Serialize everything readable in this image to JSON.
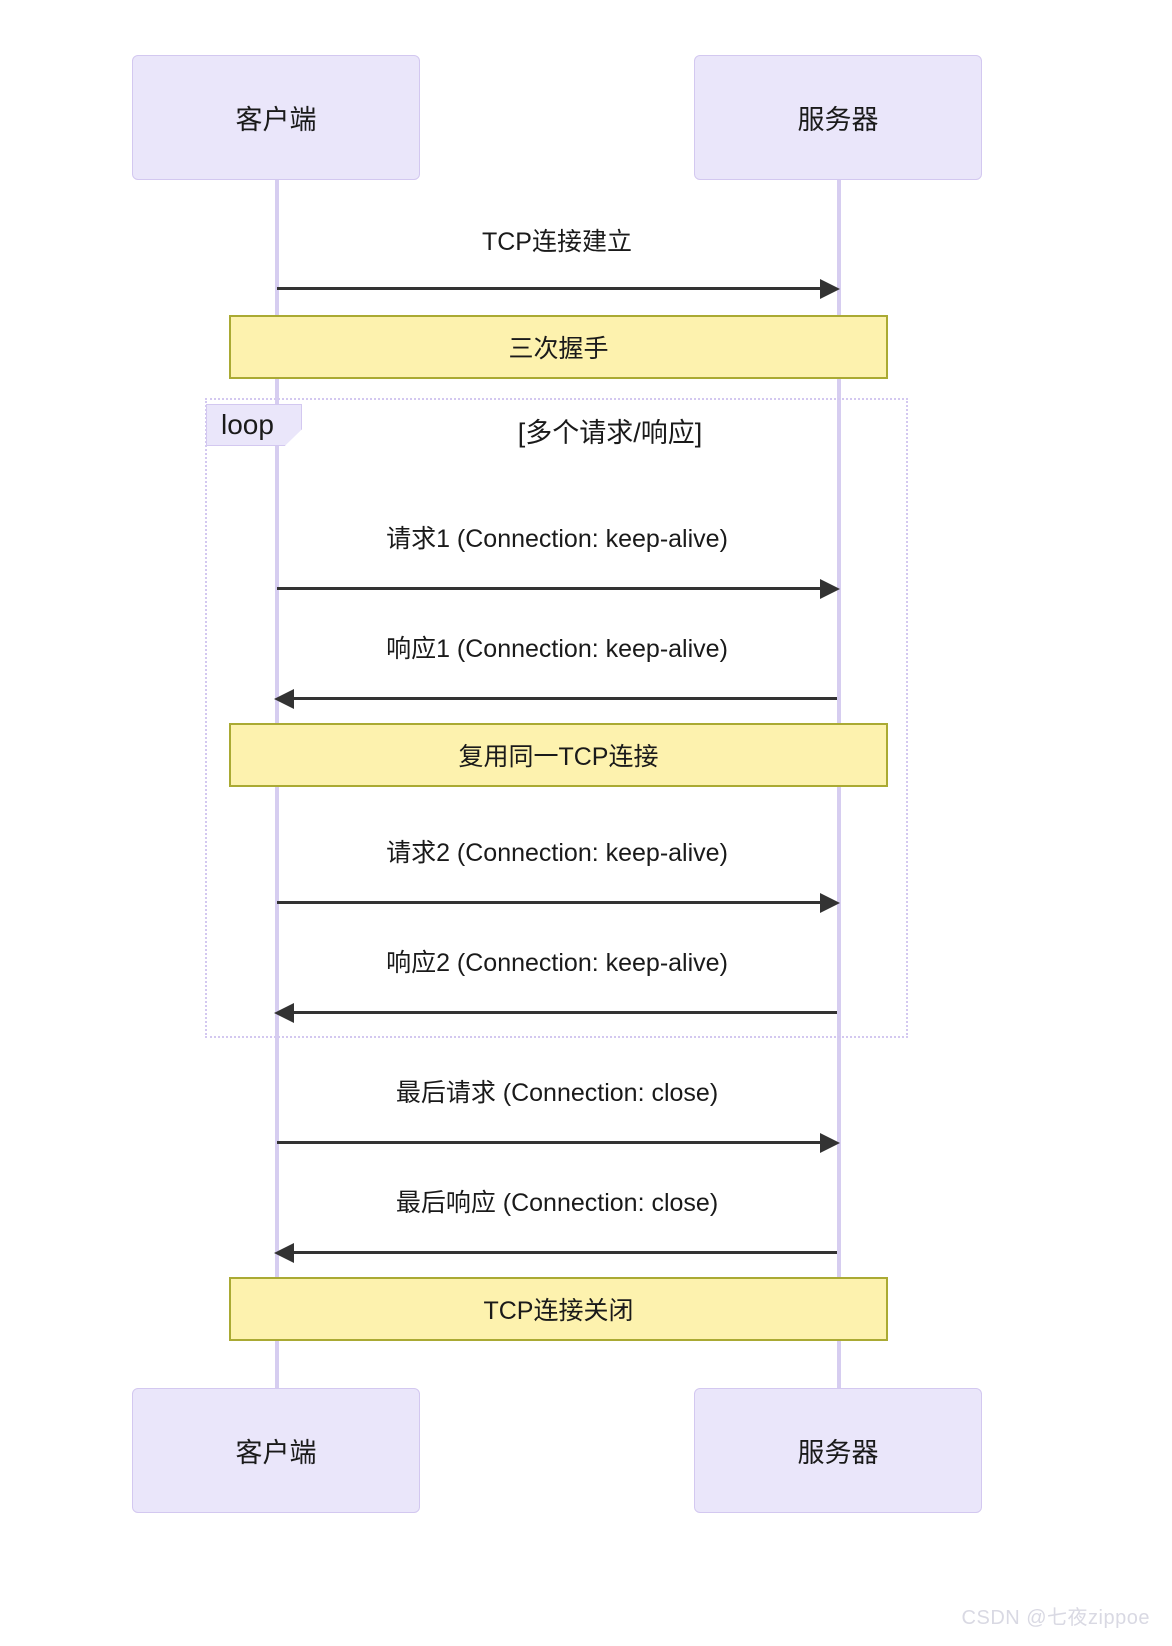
{
  "diagram": {
    "type": "sequence-diagram",
    "title": "HTTP keep-alive TCP connection reuse sequence",
    "colors": {
      "actor_fill": "#eae6fa",
      "actor_border": "#d3c8f0",
      "lifeline": "#d6cdf0",
      "note_fill": "#fdf2ae",
      "note_border": "#aaaa33",
      "message_line": "#333333",
      "loop_border": "#d3c8f0",
      "watermark": "#d9d9e3"
    },
    "participants": [
      {
        "id": "client",
        "label": "客户端"
      },
      {
        "id": "server",
        "label": "服务器"
      }
    ],
    "notes": [
      {
        "id": "note-handshake",
        "text": "三次握手"
      },
      {
        "id": "note-reuse",
        "text": "复用同一TCP连接"
      },
      {
        "id": "note-close",
        "text": "TCP连接关闭"
      }
    ],
    "loop": {
      "keyword": "loop",
      "condition": "[多个请求/响应]"
    },
    "messages": [
      {
        "id": "msg-tcp-establish",
        "label": "TCP连接建立",
        "from": "client",
        "to": "server",
        "direction": "right"
      },
      {
        "id": "msg-request-1",
        "label": "请求1 (Connection: keep-alive)",
        "from": "client",
        "to": "server",
        "direction": "right"
      },
      {
        "id": "msg-response-1",
        "label": "响应1 (Connection: keep-alive)",
        "from": "server",
        "to": "client",
        "direction": "left"
      },
      {
        "id": "msg-request-2",
        "label": "请求2 (Connection: keep-alive)",
        "from": "client",
        "to": "server",
        "direction": "right"
      },
      {
        "id": "msg-response-2",
        "label": "响应2 (Connection: keep-alive)",
        "from": "server",
        "to": "client",
        "direction": "left"
      },
      {
        "id": "msg-final-request",
        "label": "最后请求 (Connection: close)",
        "from": "client",
        "to": "server",
        "direction": "right"
      },
      {
        "id": "msg-final-response",
        "label": "最后响应 (Connection: close)",
        "from": "server",
        "to": "client",
        "direction": "left"
      }
    ],
    "watermark": "CSDN @七夜zippoe"
  }
}
